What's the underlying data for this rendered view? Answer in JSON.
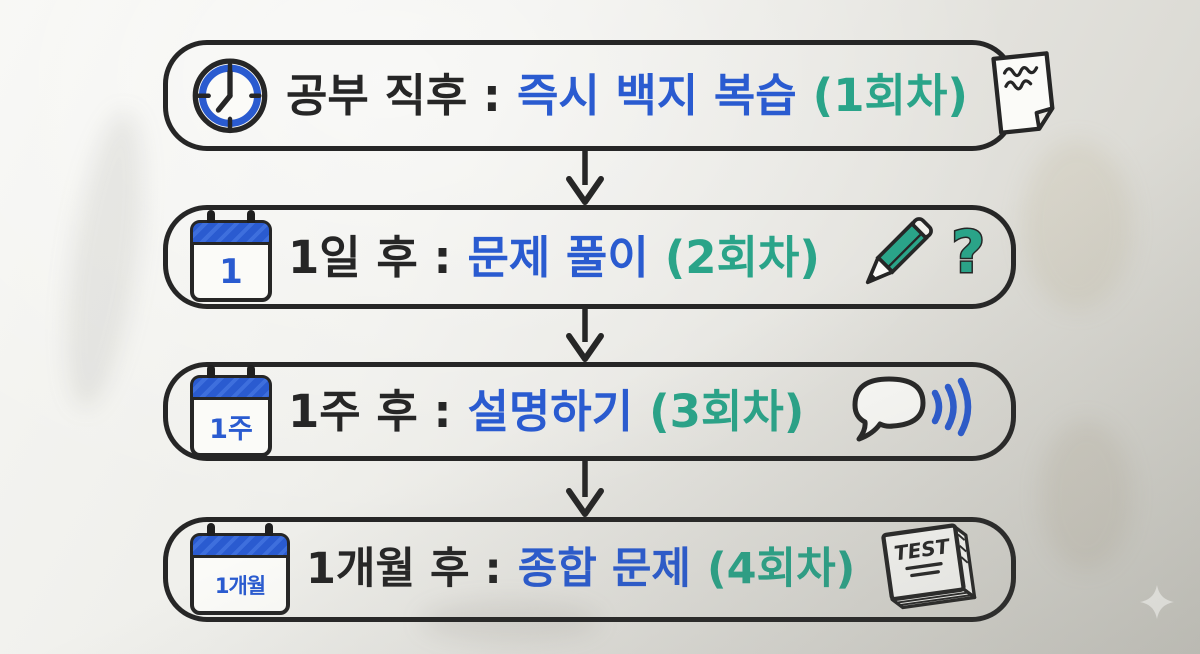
{
  "board": {
    "surface": "whiteboard",
    "ink_black": "#262626",
    "ink_blue": "#2a5bd0",
    "ink_teal": "#2aa489",
    "sparkle_color": "#f6f6f2"
  },
  "flow": {
    "steps": [
      {
        "leading_icon": "clock-icon",
        "time_label": "공부 직후 :",
        "action_label": "즉시 백지 복습",
        "round_label": "(1회차)",
        "trailing_icon": "note-paper-icon"
      },
      {
        "leading_icon": "calendar-icon",
        "calendar_badge": "1",
        "time_label": "1일 후 :",
        "action_label": "문제 풀이",
        "round_label": "(2회차)",
        "trailing_icon": "pencil-icon",
        "trailing_mark": "?"
      },
      {
        "leading_icon": "calendar-icon",
        "calendar_badge": "1주",
        "time_label": "1주 후 :",
        "action_label": "설명하기",
        "round_label": "(3회차)",
        "trailing_icon": "speech-bubble-icon"
      },
      {
        "leading_icon": "calendar-icon",
        "calendar_badge": "1개월",
        "time_label": "1개월 후 :",
        "action_label": "종합 문제",
        "round_label": "(4회차)",
        "trailing_icon": "test-book-icon",
        "book_label": "TEST"
      }
    ]
  }
}
